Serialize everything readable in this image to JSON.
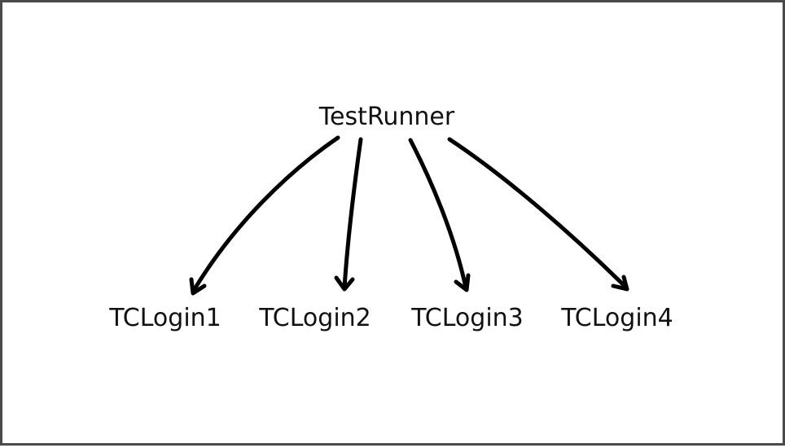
{
  "diagram": {
    "root": {
      "label": "TestRunner"
    },
    "children": [
      {
        "label": "TCLogin1"
      },
      {
        "label": "TCLogin2"
      },
      {
        "label": "TCLogin3"
      },
      {
        "label": "TCLogin4"
      }
    ],
    "colors": {
      "ink": "#000000",
      "border": "#4a4a4a",
      "background": "#ffffff"
    }
  }
}
